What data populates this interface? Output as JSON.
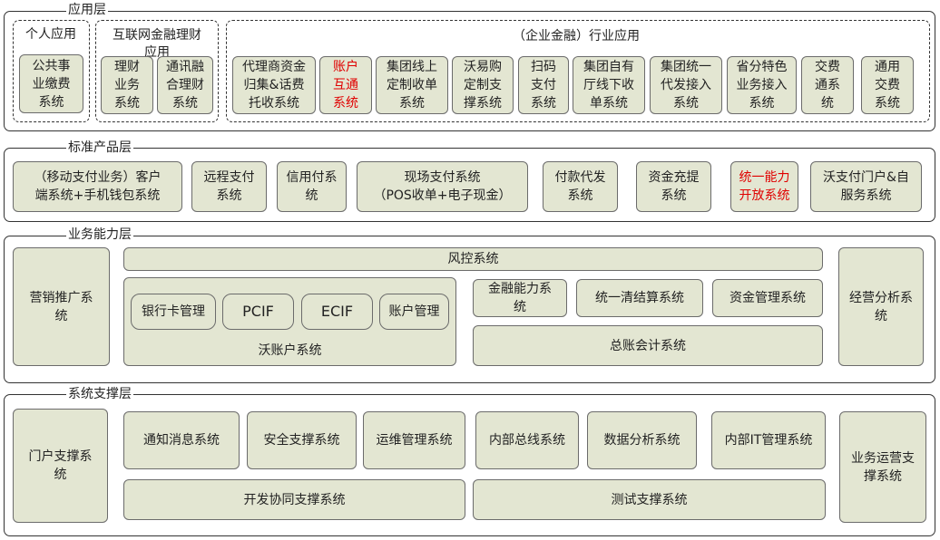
{
  "app_layer": {
    "title": "应用层",
    "personal": {
      "title": "个人应用",
      "items": [
        "公共事\n业缴费\n系统"
      ]
    },
    "internet": {
      "title": "互联网金融理财\n应用",
      "items": [
        "理财\n业务\n系统",
        "通讯融\n合理财\n系统"
      ]
    },
    "enterprise": {
      "title": "（企业金融）行业应用",
      "items": [
        "代理商资金\n归集&话费\n托收系统",
        "账户\n互通\n系统",
        "集团线上\n定制收单\n系统",
        "沃易购\n定制支\n撑系统",
        "扫码\n支付\n系统",
        "集团自有\n厅线下收\n单系统",
        "集团统一\n代发接入\n系统",
        "省分特色\n业务接入\n系统",
        "交费\n通系\n统",
        "通用\n交费\n系统"
      ]
    }
  },
  "product_layer": {
    "title": "标准产品层",
    "items": [
      "（移动支付业务）客户\n端系统+手机钱包系统",
      "远程支付\n系统",
      "信用付系\n统",
      "现场支付系统\n（POS收单+电子现金）",
      "付款代发\n系统",
      "资金充提\n系统",
      "统一能力\n开放系统",
      "沃支付门户&自\n服务系统"
    ]
  },
  "business_layer": {
    "title": "业务能力层",
    "marketing": "营销推广系\n统",
    "risk": "风控系统",
    "account_items": [
      "银行卡管理",
      "PCIF",
      "ECIF",
      "账户管理"
    ],
    "account_system": "沃账户系统",
    "finance_capability": "金融能力系\n统",
    "clearing": "统一清结算系统",
    "fund_mgmt": "资金管理系统",
    "ledger": "总账会计系统",
    "operation_analysis": "经营分析系\n统"
  },
  "support_layer": {
    "title": "系统支撑层",
    "portal": "门户支撑系\n统",
    "items": [
      "通知消息系统",
      "安全支撑系统",
      "运维管理系统",
      "内部总线系统",
      "数据分析系统",
      "内部IT管理系统"
    ],
    "dev_collab": "开发协同支撑系统",
    "test": "测试支撑系统",
    "ops": "业务运营支\n撑系统"
  },
  "colors": {
    "box_fill": "#e3e6d2",
    "highlight_red": "#e00000",
    "border": "#333333"
  }
}
